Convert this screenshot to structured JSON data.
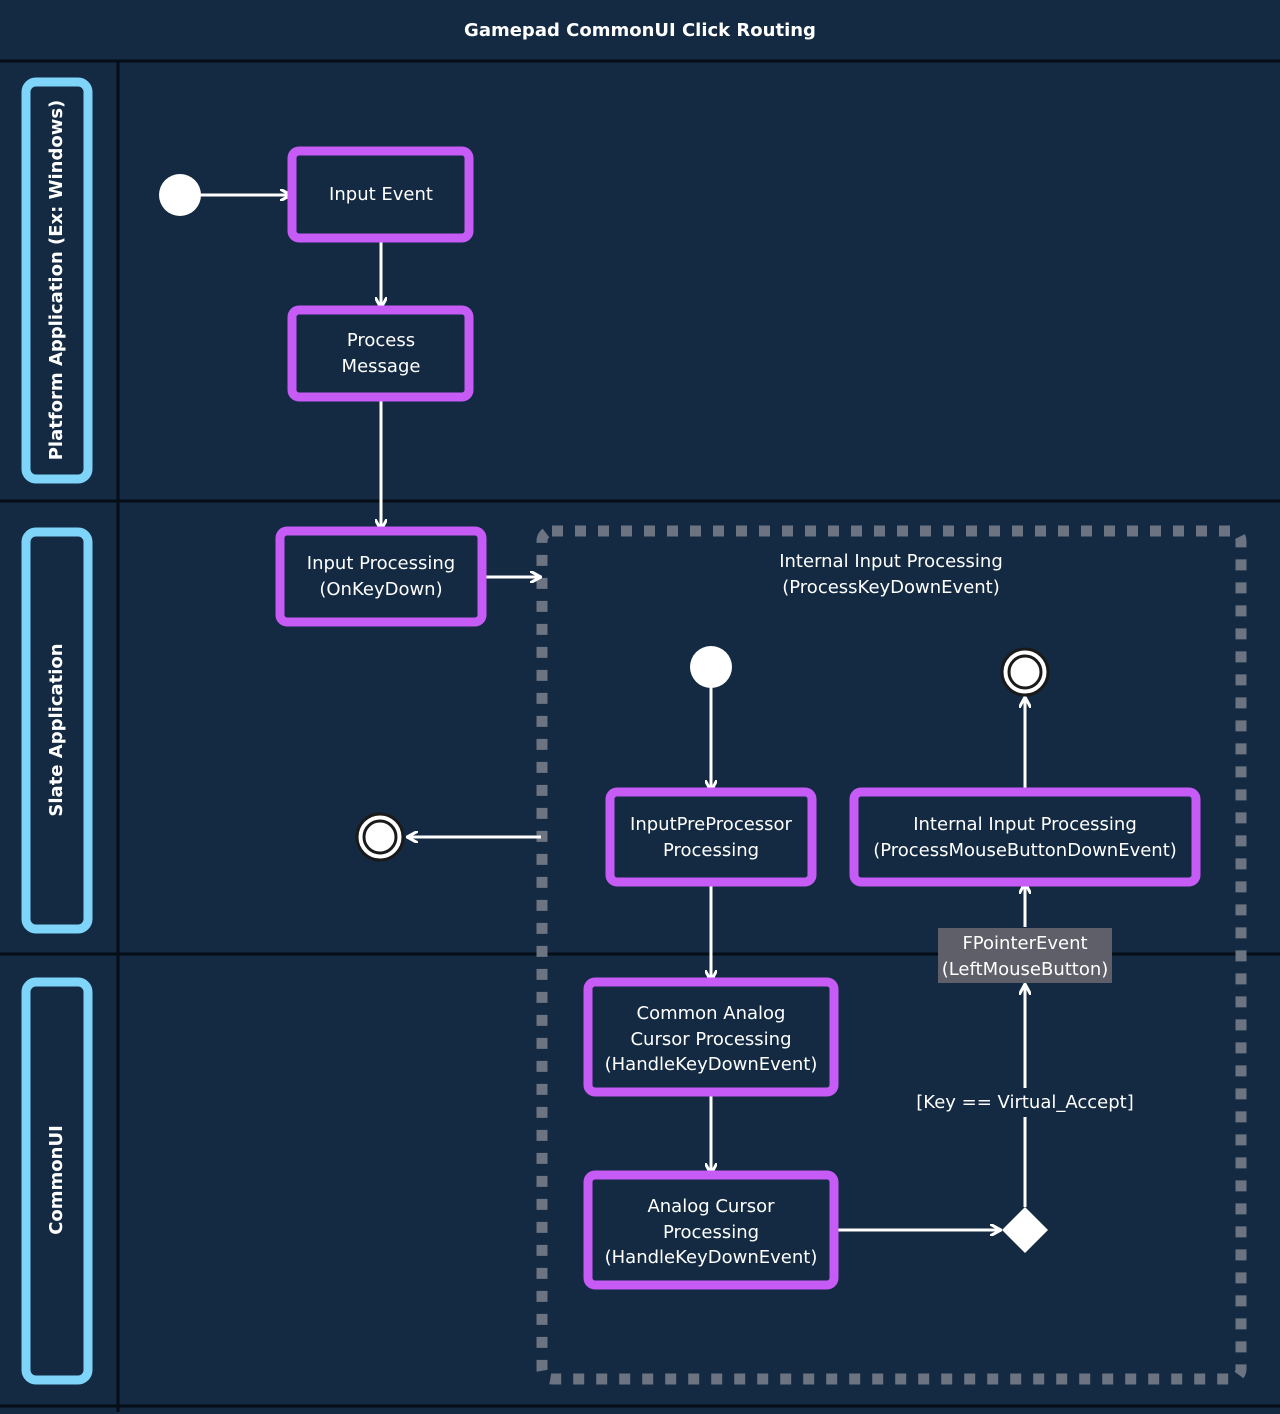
{
  "diagram": {
    "title": "Gamepad CommonUI Click Routing",
    "lanes": [
      {
        "id": "platform",
        "label": "Platform Application (Ex: Windows)"
      },
      {
        "id": "slate",
        "label": "Slate Application"
      },
      {
        "id": "commonui",
        "label": "CommonUI"
      }
    ],
    "nodes": {
      "input_event": [
        "Input Event"
      ],
      "process_message": [
        "Process",
        "Message"
      ],
      "input_processing": [
        "Input Processing",
        "(OnKeyDown)"
      ],
      "preprocessor": [
        "InputPreProcessor",
        "Processing"
      ],
      "common_analog": [
        "Common Analog",
        "Cursor Processing",
        "(HandleKeyDownEvent)"
      ],
      "analog_cursor": [
        "Analog Cursor",
        "Processing",
        "(HandleKeyDownEvent)"
      ],
      "internal_mouse": [
        "Internal Input Processing",
        "(ProcessMouseButtonDownEvent)"
      ]
    },
    "group_label": [
      "Internal Input Processing",
      "(ProcessKeyDownEvent)"
    ],
    "pointer_label": [
      "FPointerEvent",
      "(LeftMouseButton)"
    ],
    "guard_label": "[Key == Virtual_Accept]",
    "colors": {
      "background": "#132a42",
      "node_border": "#c65bf5",
      "lane_border": "#7fd4fa",
      "group_border": "#6b7480",
      "divider": "#050d16",
      "pointer_label_bg": "#5e5f68"
    }
  }
}
